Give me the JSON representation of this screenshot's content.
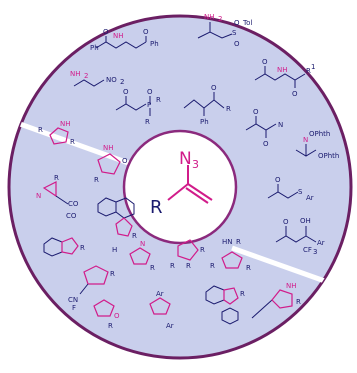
{
  "colors": {
    "disk_fill": "#c9cfec",
    "disk_border": "#6b1f63",
    "center_border": "#8b2a7d",
    "divider": "#ffffff",
    "ink": "#1a1a6e",
    "accent": "#d11c8a"
  },
  "center": {
    "azide_label": "N",
    "azide_subscript": "3",
    "substituent_label": "R"
  },
  "labels": {
    "nh2": "NH",
    "nh2_sub": "2",
    "no2": "NO",
    "no2_sub": "2",
    "nh": "NH",
    "tol": "Tol",
    "so2_o1": "O",
    "so2_s": "S",
    "so2_o2": "O",
    "p": "P",
    "o": "O",
    "r": "R",
    "r1": "R",
    "r1_sup": "1",
    "r2": "R",
    "r2_sup": "2",
    "n": "N",
    "hn": "HN",
    "n_ophth": "N",
    "ophth": "OPhth",
    "ophth2": "OPhth",
    "s_ar": "S",
    "ar": "Ar",
    "oh": "OH",
    "cf3": "CF",
    "cf3_sub": "3",
    "co2ch2cf3": "CO",
    "h2n": "H",
    "f3c": "F",
    "cn": "CN",
    "ph": "Ph"
  }
}
